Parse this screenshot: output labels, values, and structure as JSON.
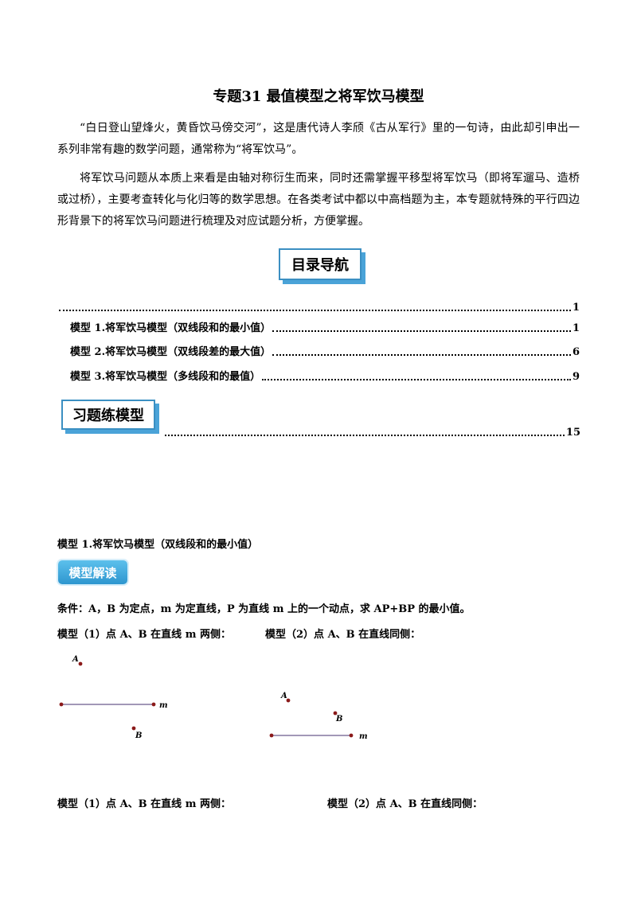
{
  "title": "专题31  最值模型之将军饮马模型",
  "intro": {
    "paragraph1": "“白日登山望烽火，黄昏饮马傍交河”，这是唐代诗人李颀《古从军行》里的一句诗，由此却引申出一系列非常有趣的数学问题，通常称为“将军饮马”。",
    "paragraph2": "将军饮马问题从本质上来看是由轴对称衍生而来，同时还需掌握平移型将军饮马（即将军遛马、造桥或过桥），主要考查转化与化归等的数学思想。在各类考试中都以中高档题为主，本专题就特殊的平行四边形背景下的将军饮马问题进行梳理及对应试题分析，方便掌握。"
  },
  "toc": {
    "banner": "目录导航",
    "rows": [
      {
        "label": "",
        "page": "1"
      },
      {
        "label": "模型 1.将军饮马模型（双线段和的最小值）",
        "page": "1"
      },
      {
        "label": "模型 2.将军饮马模型（双线段差的最大值）",
        "page": "6"
      },
      {
        "label": "模型 3.将军饮马模型（多线段和的最值）",
        "page": "9"
      }
    ],
    "exercise_banner": "习题练模型",
    "exercise_row": {
      "label": "",
      "page": "15"
    }
  },
  "section": {
    "heading": "模型 1.将军饮马模型（双线段和的最小值）",
    "tag": "模型解读",
    "condition": "条件：A，B 为定点，m 为定直线，P 为直线 m 上的一个动点，求 AP+BP 的最小值。",
    "caption1": "模型（1）点 A、B 在直线 m 两侧：",
    "caption2": "模型（2）点 A、B 在直线同侧：",
    "caption3": "模型（1）点 A、B 在直线 m 两侧：",
    "caption4": "模型（2）点 A、B 在直线同侧："
  },
  "diagrams": {
    "labels": {
      "A": "A",
      "B": "B",
      "m": "m"
    },
    "line_color": "#6a5a8c",
    "point_color": "#8b1a1a"
  }
}
